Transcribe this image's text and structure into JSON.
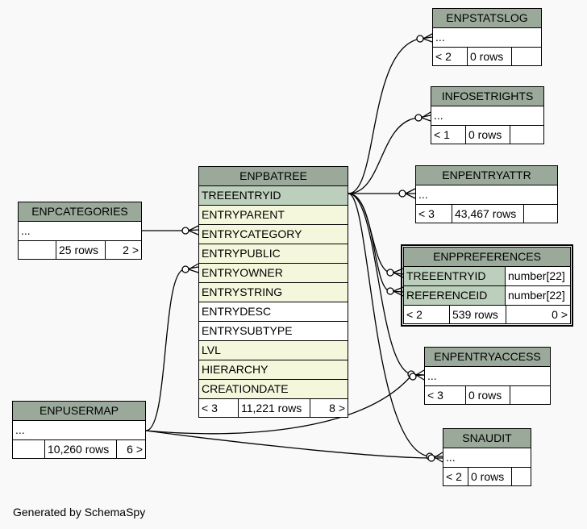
{
  "tables": {
    "enpstatslog": {
      "name": "ENPSTATSLOG",
      "placeholder": "...",
      "parents": "< 2",
      "rows": "0 rows"
    },
    "infosetrights": {
      "name": "INFOSETRIGHTS",
      "placeholder": "...",
      "parents": "< 1",
      "rows": "0 rows"
    },
    "enpentryattr": {
      "name": "ENPENTRYATTR",
      "placeholder": "...",
      "parents": "< 3",
      "rows": "43,467 rows"
    },
    "enpcategories": {
      "name": "ENPCATEGORIES",
      "placeholder": "...",
      "rows": "25 rows",
      "children": "2 >"
    },
    "enpbatree": {
      "name": "ENPBATREE",
      "columns": [
        "TREEENTRYID",
        "ENTRYPARENT",
        "ENTRYCATEGORY",
        "ENTRYPUBLIC",
        "ENTRYOWNER",
        "ENTRYSTRING",
        "ENTRYDESC",
        "ENTRYSUBTYPE",
        "LVL",
        "HIERARCHY",
        "CREATIONDATE"
      ],
      "parents": "< 3",
      "rows": "11,221 rows",
      "children": "8 >"
    },
    "enppreferences": {
      "name": "ENPPREFERENCES",
      "columns": [
        {
          "name": "TREEENTRYID",
          "type": "number[22]"
        },
        {
          "name": "REFERENCEID",
          "type": "number[22]"
        }
      ],
      "parents": "< 2",
      "rows": "539 rows",
      "children": "0 >"
    },
    "enpentryaccess": {
      "name": "ENPENTRYACCESS",
      "placeholder": "...",
      "parents": "< 3",
      "rows": "0 rows"
    },
    "enpusermap": {
      "name": "ENPUSERMAP",
      "placeholder": "...",
      "rows": "10,260 rows",
      "children": "6 >"
    },
    "snaudit": {
      "name": "SNAUDIT",
      "placeholder": "...",
      "parents": "< 2",
      "rows": "0 rows"
    }
  },
  "footer": {
    "credit": "Generated by SchemaSpy"
  }
}
